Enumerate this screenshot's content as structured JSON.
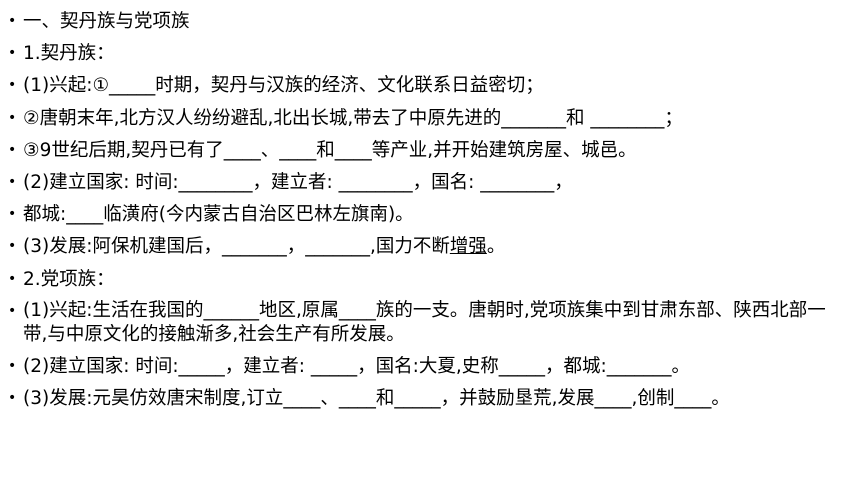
{
  "lines": [
    {
      "text": "一、契丹族与党项族"
    },
    {
      "text": "1.契丹族："
    },
    {
      "text": "(1)兴起:①_____时期，契丹与汉族的经济、文化联系日益密切；"
    },
    {
      "text": "②唐朝末年,北方汉人纷纷避乱,北出长城,带去了中原先进的_______和 ________；"
    },
    {
      "text": "③9世纪后期,契丹已有了____、____和____等产业,并开始建筑房屋、城邑。"
    },
    {
      "text": "(2)建立国家: 时间:________，建立者: ________，国名: ________，"
    },
    {
      "text": "都城:____临潢府(今内蒙古自治区巴林左旗南)。"
    },
    {
      "text_before": "(3)发展:阿保机建国后，_______，_______,国力不断",
      "text_underline": "增强",
      "text_after": "。"
    },
    {
      "text": "2.党项族："
    },
    {
      "text": "(1)兴起:生活在我国的______地区,原属____族的一支。唐朝时,党项族集中到甘肃东部、陕西北部一带,与中原文化的接触渐多,社会生产有所发展。"
    },
    {
      "text": "(2)建立国家: 时间:_____，建立者: _____，国名:大夏,史称_____，都城:_______。"
    },
    {
      "text": "(3)发展:元昊仿效唐宋制度,订立____、____和_____，并鼓励垦荒,发展____,创制____。"
    }
  ],
  "bullet_char": "•"
}
